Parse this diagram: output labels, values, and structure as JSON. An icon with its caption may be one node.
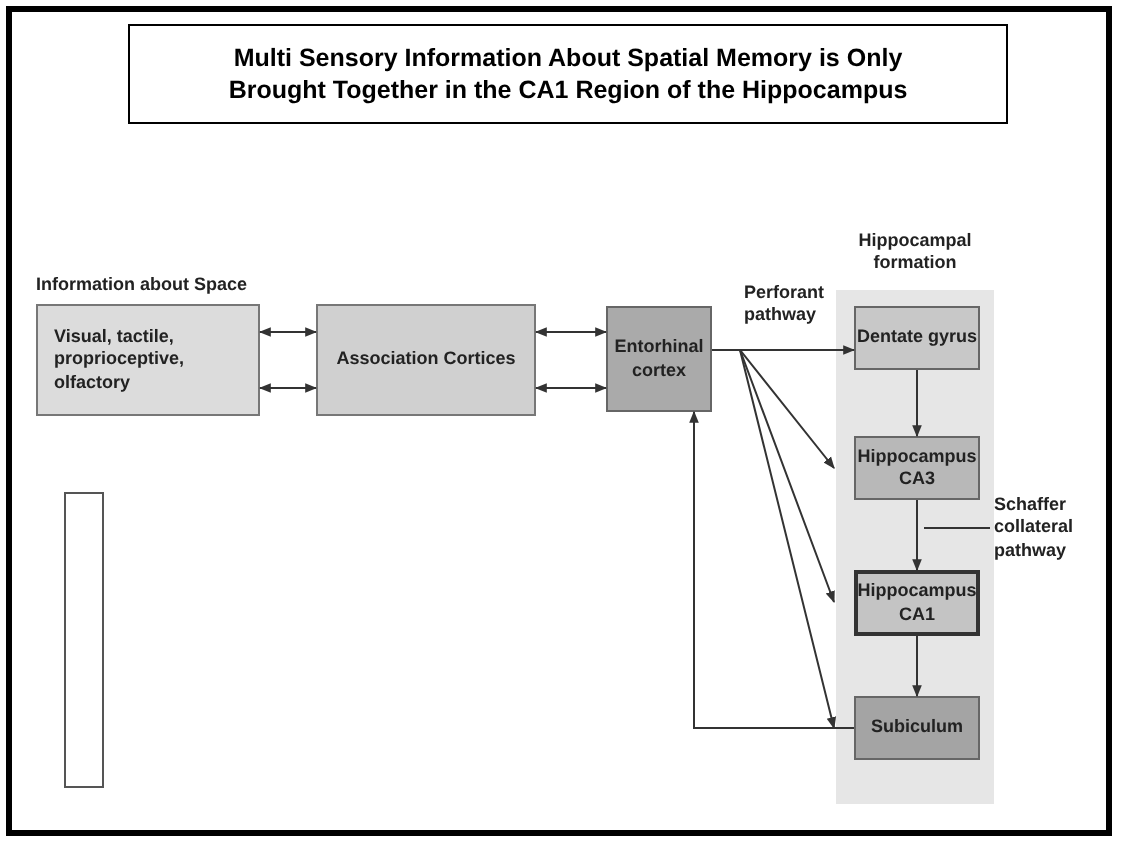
{
  "diagram": {
    "title": "Multi Sensory Information About  Spatial Memory is Only Brought Together in the CA1 Region of the Hippocampus",
    "nodes": [
      {
        "text": [
          "Visual, tactile, proprioceptive, olfactory"
        ],
        "beside": [
          "Information about Space"
        ]
      },
      {
        "text": [
          "Association Cortices"
        ]
      },
      {
        "text": [
          "Entorhinal cortex"
        ]
      },
      {
        "text": [
          "Hippocampal formation"
        ]
      },
      {
        "text": [
          "Dentate gyrus"
        ],
        "in": 3
      },
      {
        "text": [
          "Hippocampus CA3"
        ],
        "in": 3
      },
      {
        "text": [
          "Hippocampus CA1"
        ],
        "in": 3
      },
      {
        "text": [
          "Subiculum"
        ],
        "in": 3
      },
      {
        "text": [],
        "shape": "box"
      },
      {
        "text": [
          "Schaffer collateral pathway"
        ]
      }
    ],
    "edges": [
      {
        "from": 0,
        "to": 1,
        "arrow": "both"
      },
      {
        "from": 0,
        "to": 1,
        "arrow": "both"
      },
      {
        "from": 1,
        "to": 2,
        "arrow": "both"
      },
      {
        "from": 1,
        "to": 2,
        "arrow": "both"
      },
      {
        "from": 2,
        "to": 4,
        "arrow": "to",
        "label": "Perforant pathway"
      },
      {
        "from": 2,
        "to": 5,
        "arrow": "to"
      },
      {
        "from": 2,
        "to": 6,
        "arrow": "to"
      },
      {
        "from": 2,
        "to": 7,
        "arrow": "to"
      },
      {
        "from": 4,
        "to": 5,
        "arrow": "to"
      },
      {
        "from": 5,
        "to": 6,
        "arrow": "to"
      },
      {
        "from": 6,
        "to": 7,
        "arrow": "to"
      },
      {
        "from": 7,
        "to": 2,
        "arrow": "to"
      },
      {
        "from": 9,
        "to": null,
        "arrow": "none"
      }
    ]
  }
}
